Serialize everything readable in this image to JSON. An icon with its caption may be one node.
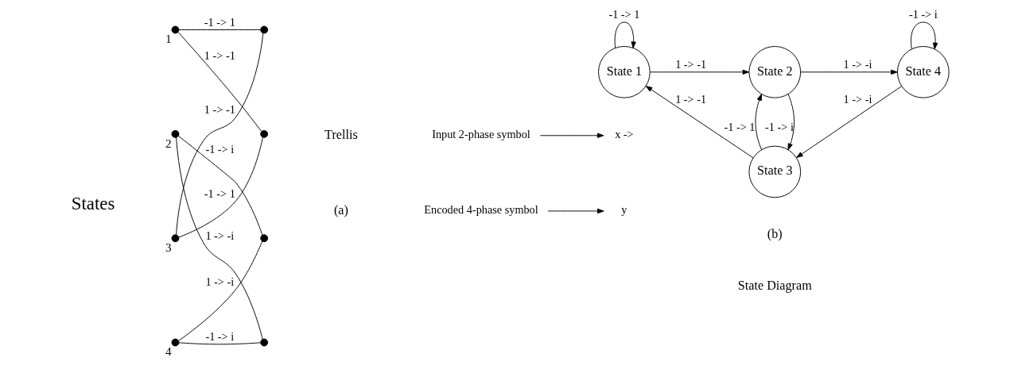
{
  "diagram": {
    "nodes": [
      {
        "text": [],
        "shape": "dot",
        "beside": [
          "1"
        ]
      },
      {
        "text": [],
        "shape": "dot",
        "beside": [
          "2"
        ]
      },
      {
        "text": [],
        "shape": "dot",
        "beside": [
          "3"
        ]
      },
      {
        "text": [],
        "shape": "dot",
        "beside": [
          "4"
        ]
      },
      {
        "text": [],
        "shape": "dot"
      },
      {
        "text": [],
        "shape": "dot"
      },
      {
        "text": [],
        "shape": "dot"
      },
      {
        "text": [],
        "shape": "dot"
      },
      {
        "text": [
          "State 2"
        ]
      },
      {
        "text": [
          "State 1"
        ]
      },
      {
        "text": [
          "State 4"
        ]
      },
      {
        "text": [
          "State 3"
        ]
      },
      {
        "text": [
          "Input 2-phase symbol"
        ]
      },
      {
        "text": [
          "x ->"
        ]
      },
      {
        "text": [
          "y"
        ]
      },
      {
        "text": [
          "Encoded 4-phase symbol"
        ]
      }
    ],
    "edges": [
      {
        "from": 0,
        "to": 4,
        "arrow": "none",
        "label": "-1 -> 1"
      },
      {
        "from": 0,
        "to": 5,
        "arrow": "none",
        "label": "1 -> -1"
      },
      {
        "from": 1,
        "to": 6,
        "arrow": "none",
        "label": "-1 -> i"
      },
      {
        "from": 1,
        "to": 7,
        "arrow": "none",
        "label": "1 -> -i"
      },
      {
        "from": 2,
        "to": 4,
        "arrow": "none",
        "label": "1 -> -1"
      },
      {
        "from": 2,
        "to": 5,
        "arrow": "none",
        "label": "-1 -> 1"
      },
      {
        "from": 3,
        "to": 6,
        "arrow": "none",
        "label": "1 -> -i"
      },
      {
        "from": 3,
        "to": 7,
        "arrow": "none",
        "label": "-1 -> i"
      },
      {
        "from": 9,
        "to": 9,
        "arrow": "to",
        "label": "-1 -> 1"
      },
      {
        "from": 9,
        "to": 8,
        "arrow": "to",
        "label": "1 -> -1"
      },
      {
        "from": 8,
        "to": 11,
        "arrow": "to",
        "label": "-1 -> i"
      },
      {
        "from": 11,
        "to": 8,
        "arrow": "to",
        "label": "-1 -> 1"
      },
      {
        "from": 8,
        "to": 10,
        "arrow": "to",
        "label": "1 -> -i"
      },
      {
        "from": 10,
        "to": 10,
        "arrow": "to",
        "label": "-1 -> i"
      },
      {
        "from": 10,
        "to": 11,
        "arrow": "to",
        "label": "1 -> -i"
      },
      {
        "from": 11,
        "to": 9,
        "arrow": "to",
        "label": "1 -> -1"
      },
      {
        "from": 12,
        "to": 13,
        "arrow": "to"
      },
      {
        "from": 15,
        "to": 14,
        "arrow": "to"
      }
    ],
    "labels": [
      "Trellis",
      "States",
      "(a)",
      "State Diagram",
      "(b)"
    ]
  }
}
